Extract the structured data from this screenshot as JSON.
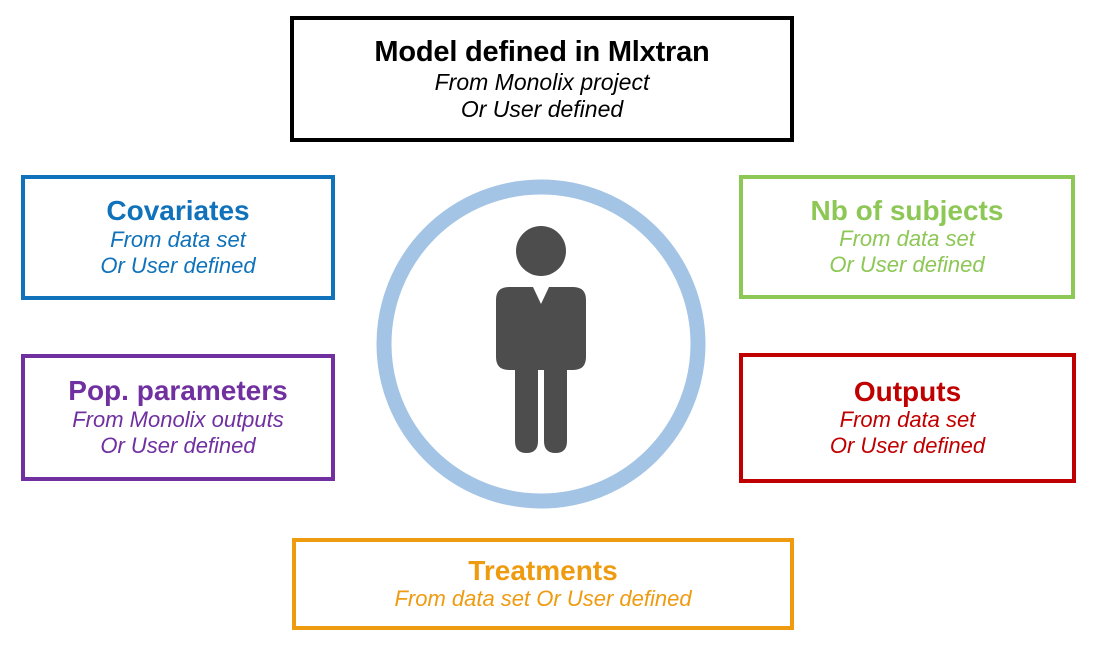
{
  "diagram": {
    "center_icon": {
      "icon_name": "person-in-circle-icon",
      "ring_color": "#A3C4E5",
      "figure_color": "#4D4D4D"
    },
    "boxes": [
      {
        "key": "model",
        "title": "Model defined in Mlxtran",
        "sub1": "From Monolix project",
        "sub2": "Or User defined",
        "color": "#000000"
      },
      {
        "key": "covariates",
        "title": "Covariates",
        "sub1": "From data set",
        "sub2": "Or User defined",
        "color": "#1072BA"
      },
      {
        "key": "subjects",
        "title": "Nb of subjects",
        "sub1": "From data set",
        "sub2": "Or User defined",
        "color": "#8DC756"
      },
      {
        "key": "popparams",
        "title": "Pop. parameters",
        "sub1": "From Monolix outputs",
        "sub2": "Or User defined",
        "color": "#7030A0"
      },
      {
        "key": "outputs",
        "title": "Outputs",
        "sub1": "From data set",
        "sub2": "Or User defined",
        "color": "#C00000"
      },
      {
        "key": "treatments",
        "title": "Treatments",
        "sub1": "From data set Or User defined",
        "color": "#EF9B10"
      }
    ]
  }
}
